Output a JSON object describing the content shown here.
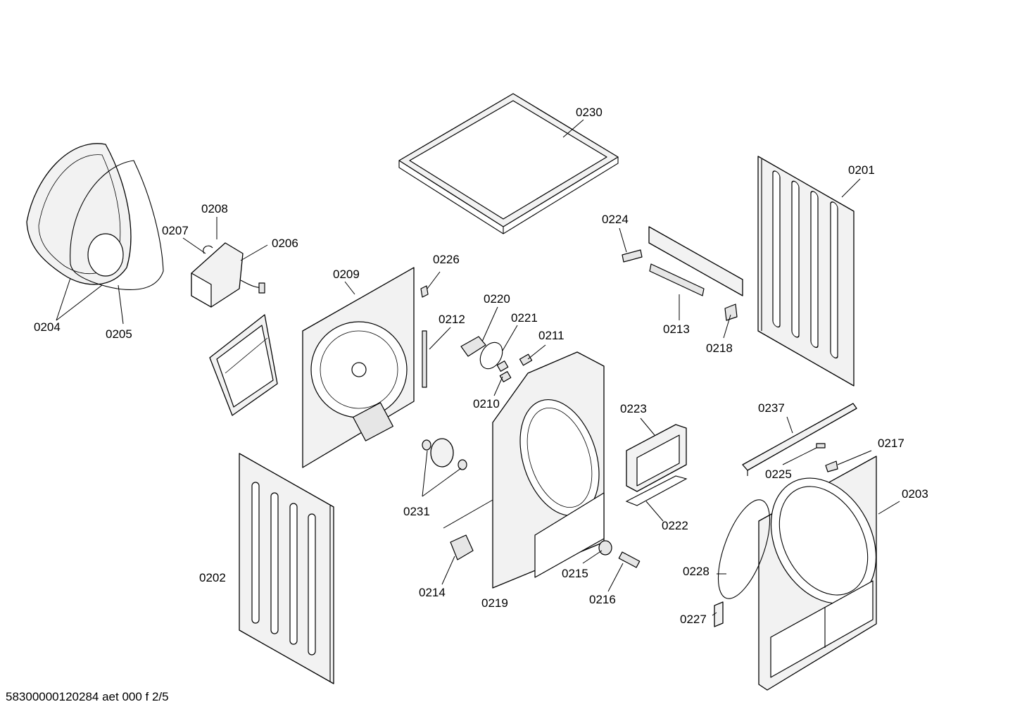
{
  "footer": "58300000120284 aet 000 f 2/5",
  "callouts": {
    "p0201": "0201",
    "p0202": "0202",
    "p0203": "0203",
    "p0204": "0204",
    "p0205": "0205",
    "p0206": "0206",
    "p0207": "0207",
    "p0208": "0208",
    "p0209": "0209",
    "p0210": "0210",
    "p0211": "0211",
    "p0212": "0212",
    "p0213": "0213",
    "p0214": "0214",
    "p0215": "0215",
    "p0216": "0216",
    "p0217": "0217",
    "p0218": "0218",
    "p0219": "0219",
    "p0220": "0220",
    "p0221": "0221",
    "p0222": "0222",
    "p0223": "0223",
    "p0224": "0224",
    "p0225": "0225",
    "p0226": "0226",
    "p0227": "0227",
    "p0228": "0228",
    "p0230": "0230",
    "p0231": "0231",
    "p0237": "0237"
  }
}
